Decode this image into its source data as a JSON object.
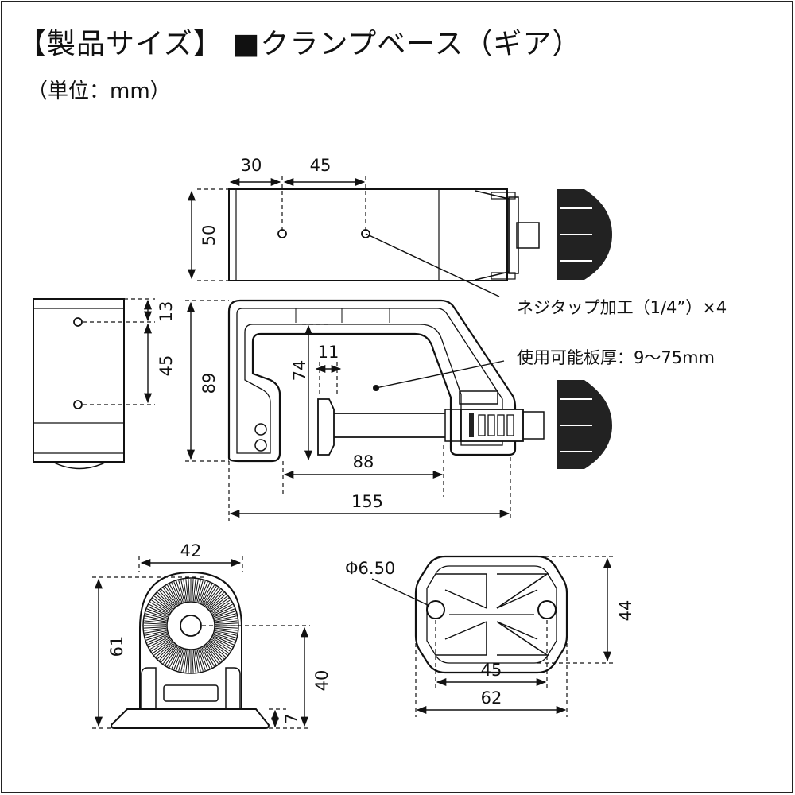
{
  "title": "【製品サイズ】 ■クランプベース（ギア）",
  "unit_note": "（単位：mm）",
  "top_view": {
    "width_a": "30",
    "width_b": "45",
    "height": "50"
  },
  "side_view": {
    "top_gap": "13",
    "hole_spacing": "45"
  },
  "front_view": {
    "height": "89",
    "jaw_depth": "74",
    "pad": "11",
    "span": "88",
    "total": "155",
    "thread_label": "ネジタップ加工（1/4”）×4",
    "thickness_label": "使用可能板厚：9〜75mm"
  },
  "gear_view": {
    "width": "42",
    "height": "61",
    "center_height": "40",
    "base": "7"
  },
  "base_view": {
    "hole_dia": "Φ6.50",
    "hole_spacing": "45",
    "width": "62",
    "height": "44"
  }
}
